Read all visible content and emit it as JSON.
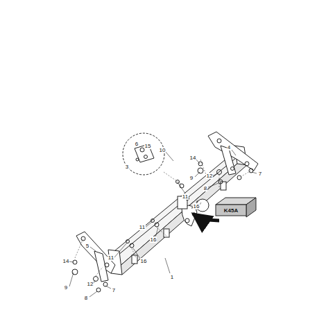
{
  "diagram": {
    "nodes": [
      {
        "text": [
          "K45A"
        ]
      }
    ],
    "edges": [],
    "labels": [
      "4",
      "14",
      "9",
      "12",
      "7",
      "8",
      "6",
      "15",
      "10",
      "3",
      "11",
      "16",
      "11",
      "16",
      "11",
      "16",
      "5",
      "14",
      "9",
      "12",
      "8",
      "7",
      "1"
    ]
  }
}
